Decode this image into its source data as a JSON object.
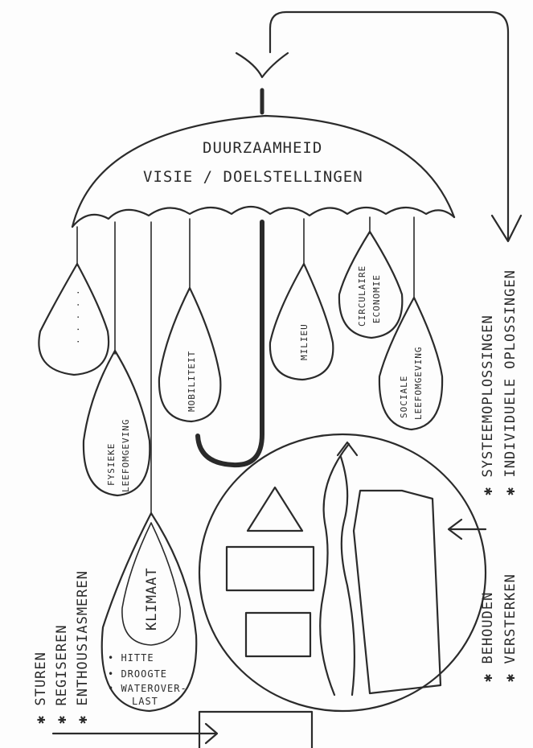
{
  "umbrella": {
    "title": "DUURZAAMHEID",
    "subtitle": "VISIE / DOELSTELLINGEN"
  },
  "drops": {
    "placeholder": ". . . . .",
    "fysieke": [
      "FYSIEKE",
      "LEEFOMGEVING"
    ],
    "mobiliteit": "MOBILITEIT",
    "milieu": "MILIEU",
    "circulaire": [
      "CIRCULAIRE",
      "ECONOMIE"
    ],
    "sociale": [
      "SOCIALE",
      "LEEFOMGEVING"
    ],
    "klimaat": "KLIMAAT",
    "klimaat_items": [
      "• HITTE",
      "• DROOGTE",
      "• WATEROVER-",
      "LAST"
    ]
  },
  "left_notes": [
    "✱ STUREN",
    "✱ REGISEREN",
    "✱ ENTHOUSIASMEREN"
  ],
  "right_notes_top": [
    "✱ SYSTEEMOPLOSSINGEN",
    "✱ INDIVIDUELE  OPLOSSINGEN"
  ],
  "right_notes_bottom": [
    "✱ BEHOUDEN",
    "✱ VERSTERKEN"
  ]
}
